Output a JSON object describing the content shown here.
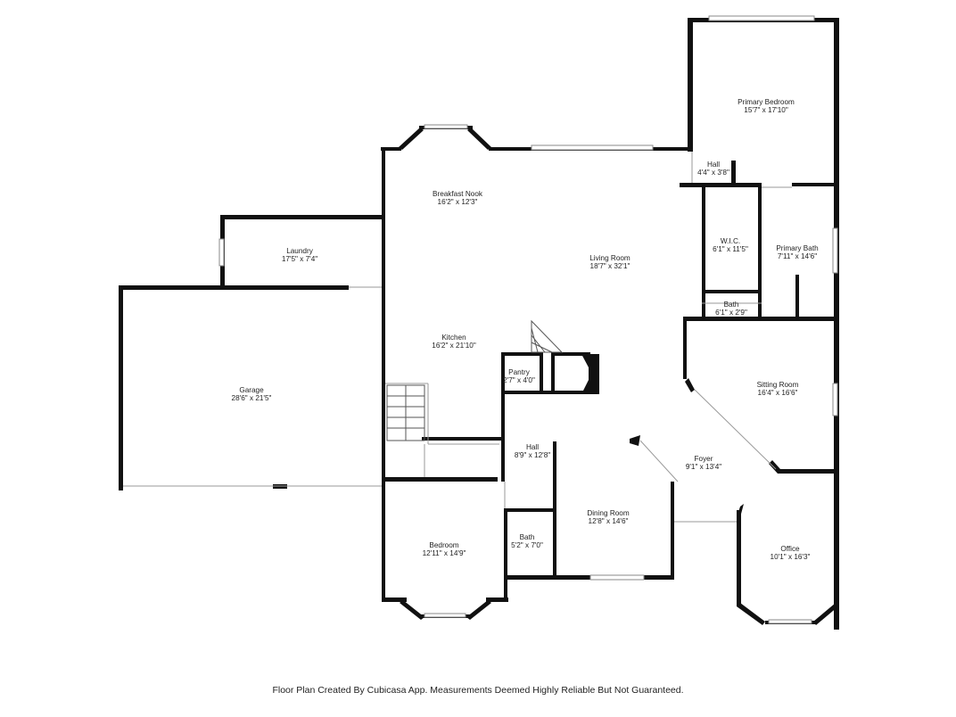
{
  "rooms": {
    "primary_bedroom": {
      "name": "Primary Bedroom",
      "size": "15'7\" x 17'10\""
    },
    "hall_upper": {
      "name": "Hall",
      "size": "4'4\" x 3'8\""
    },
    "breakfast_nook": {
      "name": "Breakfast Nook",
      "size": "16'2\" x 12'3\""
    },
    "living_room": {
      "name": "Living Room",
      "size": "18'7\" x 32'1\""
    },
    "wic": {
      "name": "W.I.C.",
      "size": "6'1\" x 11'5\""
    },
    "primary_bath": {
      "name": "Primary Bath",
      "size": "7'11\" x 14'6\""
    },
    "laundry": {
      "name": "Laundry",
      "size": "17'5\" x 7'4\""
    },
    "bath_small": {
      "name": "Bath",
      "size": "6'1\" x 2'9\""
    },
    "kitchen": {
      "name": "Kitchen",
      "size": "16'2\" x 21'10\""
    },
    "pantry": {
      "name": "Pantry",
      "size": "2'7\" x 4'0\""
    },
    "sitting_room": {
      "name": "Sitting Room",
      "size": "16'4\" x 16'6\""
    },
    "garage": {
      "name": "Garage",
      "size": "28'6\" x 21'5\""
    },
    "hall_lower": {
      "name": "Hall",
      "size": "8'9\" x 12'8\""
    },
    "foyer": {
      "name": "Foyer",
      "size": "9'1\" x 13'4\""
    },
    "dining_room": {
      "name": "Dining Room",
      "size": "12'8\" x 14'6\""
    },
    "bedroom": {
      "name": "Bedroom",
      "size": "12'11\" x 14'9\""
    },
    "bath_lower": {
      "name": "Bath",
      "size": "5'2\" x 7'0\""
    },
    "office": {
      "name": "Office",
      "size": "10'1\" x 16'3\""
    }
  },
  "footer": "Floor Plan Created By Cubicasa App. Measurements Deemed Highly Reliable But Not Guaranteed."
}
